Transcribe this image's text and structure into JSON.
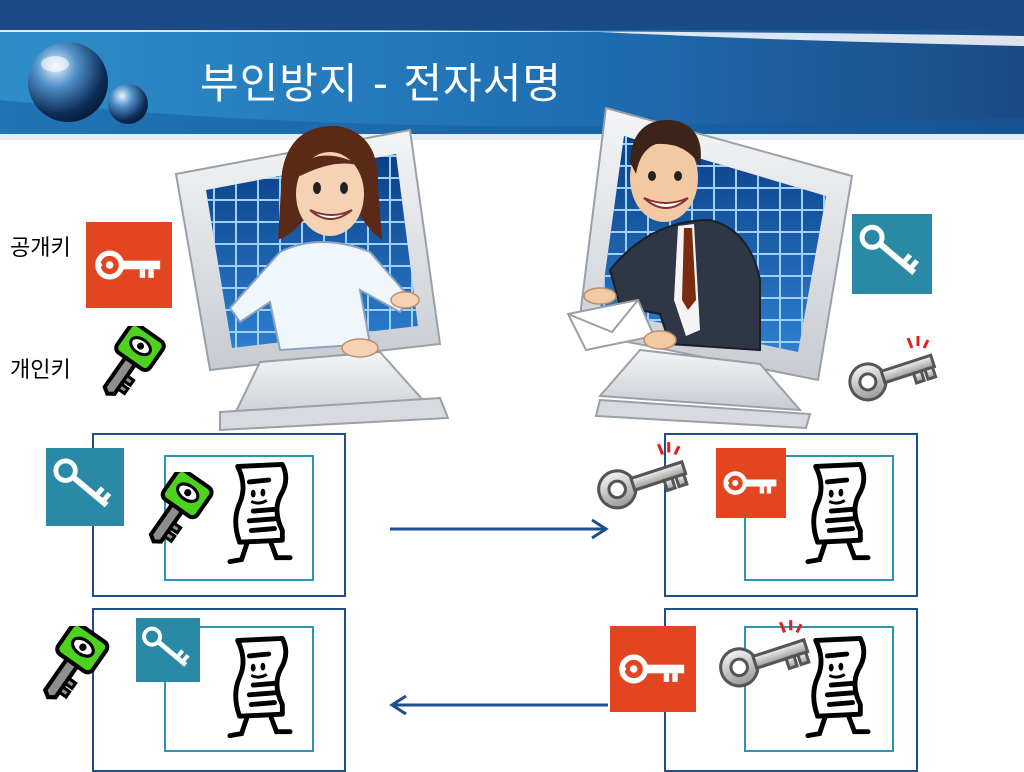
{
  "slide": {
    "title": "부인방지 - 전자서명"
  },
  "legend": {
    "public_key_label": "공개키",
    "private_key_label": "개인키"
  },
  "colors": {
    "banner_dark": "#1b4a86",
    "banner_light": "#2e8ec9",
    "public_key_bg": "#e2451f",
    "private_key_green": "#4fd21e",
    "teal_key_bg": "#2a8aa5",
    "frame_outer": "#1f4e8c",
    "frame_inner": "#2b94b8",
    "arrow": "#1f4e8c"
  },
  "icons": {
    "public_key": "red-public-key-icon",
    "private_key": "green-private-key-icon",
    "teal_key": "teal-key-icon",
    "silver_key": "silver-key-icon",
    "document": "document-character-icon",
    "person_left": "woman-in-monitor-icon",
    "person_right": "man-in-monitor-icon"
  }
}
